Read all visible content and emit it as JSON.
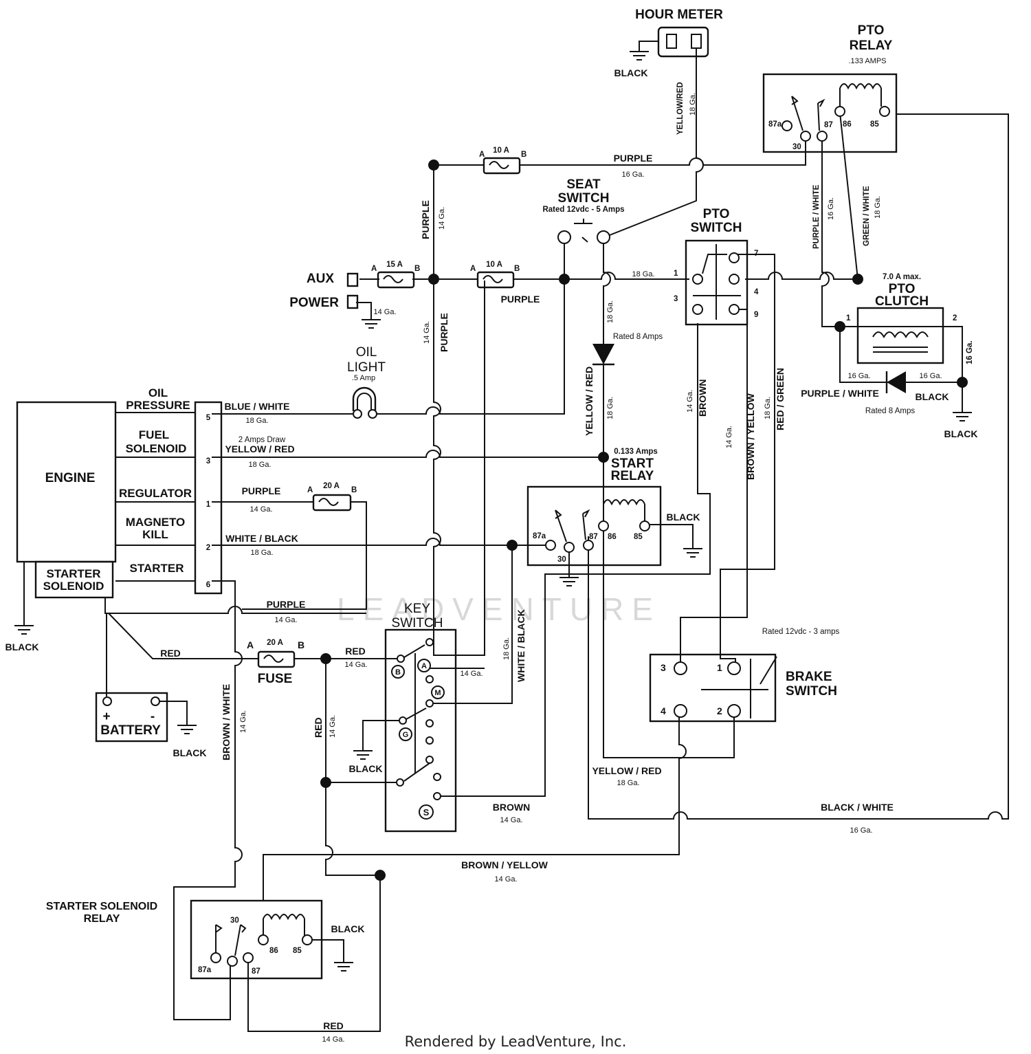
{
  "comp": {
    "hour_meter": "HOUR METER",
    "pto_relay": [
      "PTO",
      "RELAY"
    ],
    "pto_relay_amps": ".133 AMPS",
    "seat_switch": [
      "SEAT",
      "SWITCH"
    ],
    "seat_rating": "Rated 12vdc - 5 Amps",
    "pto_switch": [
      "PTO",
      "SWITCH"
    ],
    "pto_clutch": [
      "PTO",
      "CLUTCH"
    ],
    "pto_clutch_max": "7.0 A max.",
    "aux": "AUX",
    "power": "POWER",
    "oil_light": [
      "OIL",
      "LIGHT"
    ],
    "oil_light_amp": ".5 Amp",
    "engine": "ENGINE",
    "starter_solenoid": [
      "STARTER",
      "SOLENOID"
    ],
    "start_relay": [
      "START",
      "RELAY"
    ],
    "start_relay_amps": "0.133 Amps",
    "key_switch": [
      "KEY",
      "SWITCH"
    ],
    "fuse": "FUSE",
    "battery": "BATTERY",
    "brake_switch": [
      "BRAKE",
      "SWITCH"
    ],
    "brake_rating": "Rated 12vdc - 3 amps",
    "starter_solenoid_relay": [
      "STARTER SOLENOID",
      "RELAY"
    ],
    "diode1_rating": "Rated 8 Amps",
    "diode2_rating": "Rated 8 Amps",
    "fuse_10a_top": "10 A",
    "fuse_15a": "15 A",
    "fuse_10a_mid": "10 A",
    "fuse_20a_reg": "20 A",
    "fuse_20a": "20 A"
  },
  "engine_ports": [
    {
      "label": [
        "OIL",
        "PRESSURE"
      ],
      "pin": "5"
    },
    {
      "label": [
        "FUEL",
        "SOLENOID"
      ],
      "pin": "3"
    },
    {
      "label": [
        "REGULATOR"
      ],
      "pin": "1"
    },
    {
      "label": [
        "MAGNETO",
        "KILL"
      ],
      "pin": "2"
    },
    {
      "label": [
        "STARTER"
      ],
      "pin": "6"
    }
  ],
  "terminals": {
    "A": "A",
    "B": "B",
    "r87a": "87a",
    "r87": "87",
    "r86": "86",
    "r85": "85",
    "r30": "30",
    "p1": "1",
    "p3": "3",
    "p4": "4",
    "p7": "7",
    "p9": "9",
    "c1": "1",
    "c2": "2",
    "k_b": "B",
    "k_a": "A",
    "k_m": "M",
    "k_g": "G",
    "k_s": "S",
    "br1": "1",
    "br2": "2",
    "br3": "3",
    "br4": "4",
    "plus": "+",
    "minus": "-"
  },
  "wires": {
    "black": "BLACK",
    "purple": "PURPLE",
    "red": "RED",
    "brown": "BROWN",
    "yellow_red": "YELLOW / RED",
    "yellow_red_nospace": "YELLOW/RED",
    "blue_white": "BLUE / WHITE",
    "white_black": "WHITE / BLACK",
    "purple_white": "PURPLE / WHITE",
    "green_white": "GREEN / WHITE",
    "brown_white": "BROWN / WHITE",
    "brown_yellow": "BROWN / YELLOW",
    "red_green": "RED / GREEN",
    "black_white": "BLACK / WHITE",
    "ga14": "14 Ga.",
    "ga16": "16 Ga.",
    "ga18": "18 Ga.",
    "amps_draw": "2 Amps Draw"
  },
  "watermark": "LEADVENTURE",
  "footer": "Rendered by LeadVenture, Inc."
}
